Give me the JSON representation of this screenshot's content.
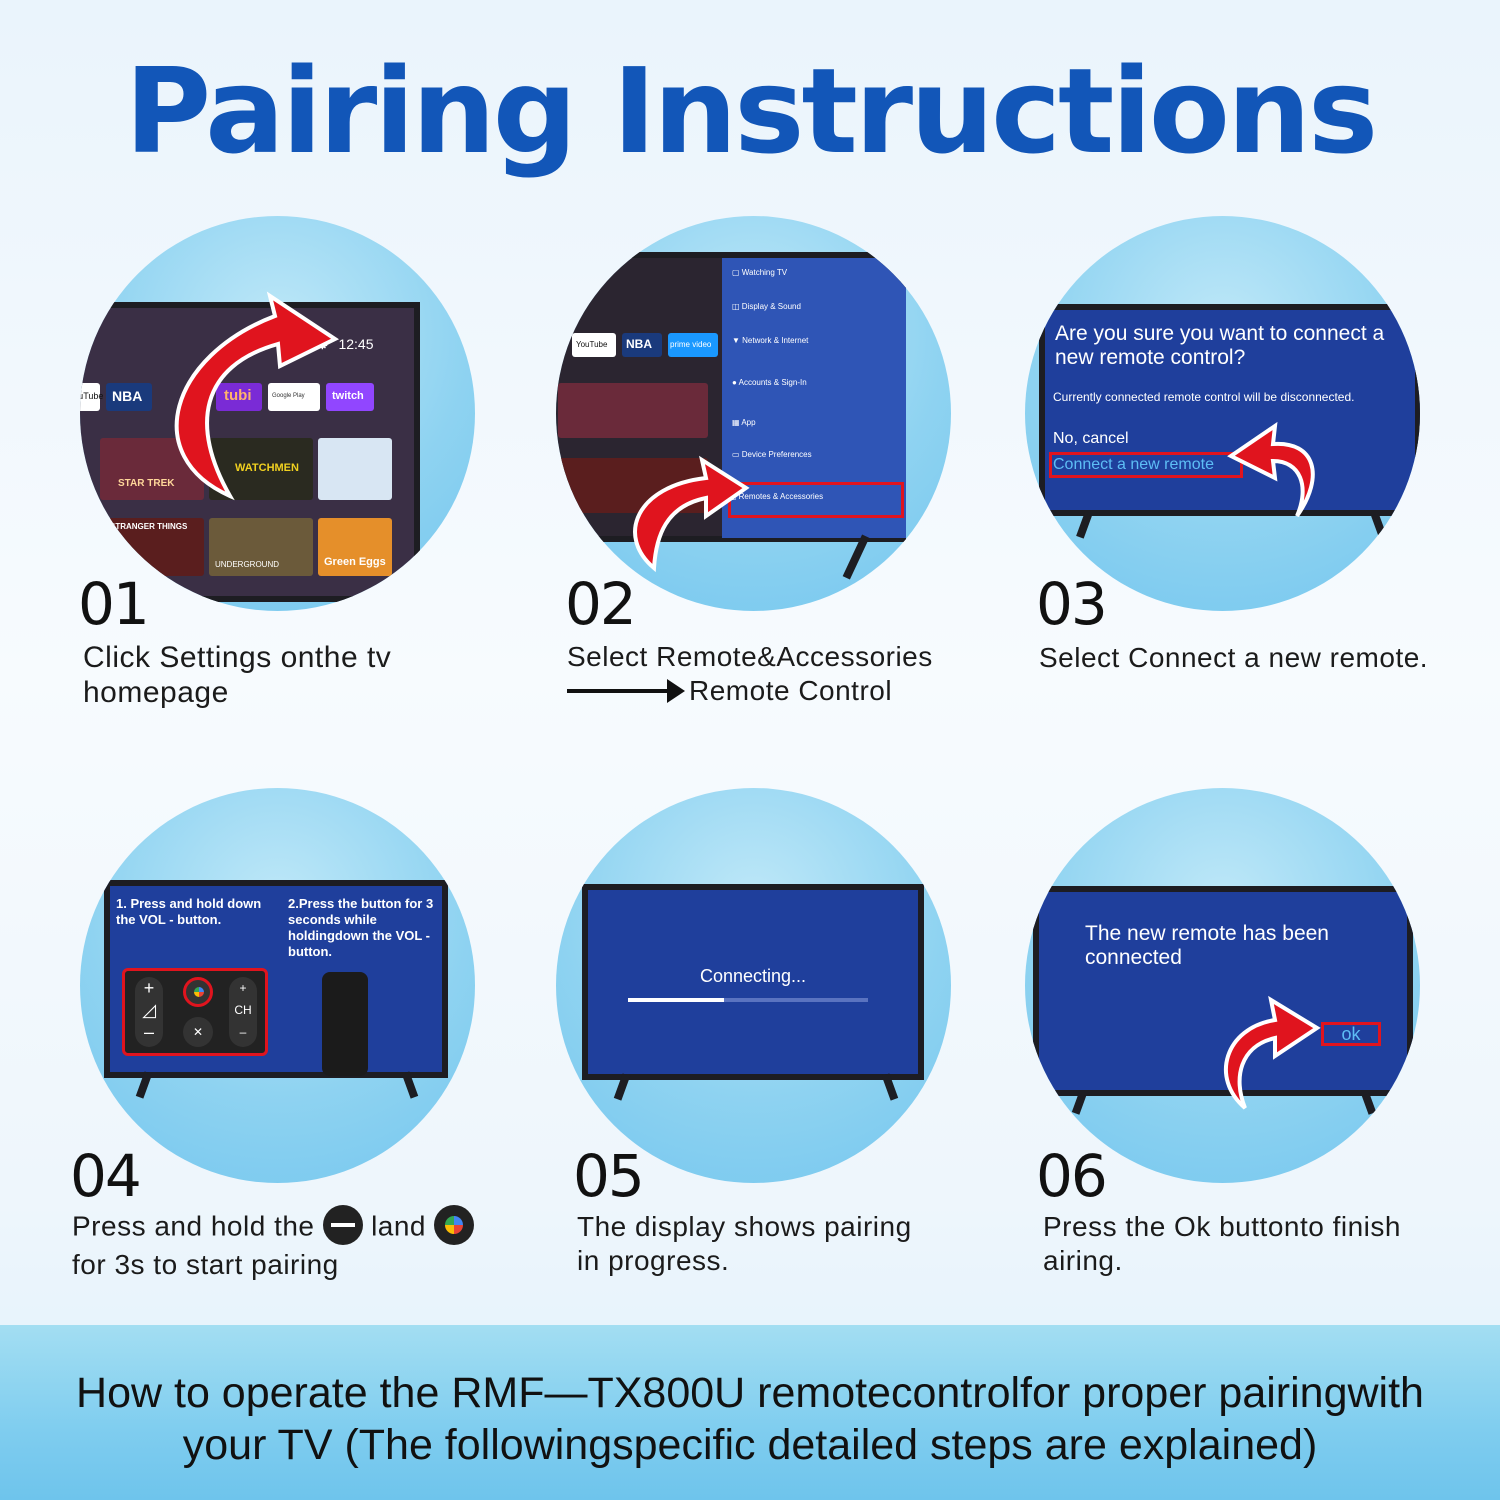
{
  "title": "Pairing Instructions",
  "colors": {
    "title": "#1256b8",
    "screen": "#1f3f9c",
    "highlight": "#e0141e",
    "circle": "#8fd3f1"
  },
  "steps": [
    {
      "num": "01",
      "line1": "Click Settings onthe tv",
      "line2": "homepage",
      "screen": {
        "clock": "12:45",
        "apps": [
          "YouTube",
          "NBA",
          "tubi",
          "Google Play",
          "twitch"
        ],
        "posters": [
          "STAR TREK",
          "WATCHMEN",
          "STRANGER THINGS",
          "UNDERGROUND",
          "Green Eggs"
        ]
      }
    },
    {
      "num": "02",
      "line1": "Select Remote&Accessories",
      "line2": "Remote Control",
      "screen": {
        "menu": [
          "Watching TV",
          "Display & Sound",
          "Network & Internet",
          "Accounts & Sign-In",
          "App",
          "Device Preferences",
          "Remotes & Accessories"
        ],
        "apps": [
          "YouTube",
          "NBA",
          "prime video"
        ]
      }
    },
    {
      "num": "03",
      "line1": "Select Connect a new remote.",
      "line2": "",
      "screen": {
        "question": "Are you sure you want to connect a new remote control?",
        "note": "Currently connected remote control will be disconnected.",
        "cancel": "No, cancel",
        "connect": "Connect a new remote"
      }
    },
    {
      "num": "04",
      "line1": "Press and hold the",
      "line1b": "land",
      "line2": "for 3s to start pairing",
      "screen": {
        "instr1": "1. Press and hold down the VOL - button.",
        "instr2": "2.Press the button for 3 seconds while holdingdown the VOL - button.",
        "ch": "CH"
      }
    },
    {
      "num": "05",
      "line1": "The display shows pairing",
      "line2": "in progress.",
      "screen": {
        "status": "Connecting...",
        "progress": 0.4
      }
    },
    {
      "num": "06",
      "line1": "Press the Ok buttonto finish",
      "line2": "airing.",
      "screen": {
        "message": "The new remote has been connected",
        "ok": "ok"
      }
    }
  ],
  "footer": {
    "line1": "How to operate the RMF—TX800U remotecontrolfor proper pairingwith",
    "line2": "your TV (The followingspecific detailed steps are explained)"
  }
}
